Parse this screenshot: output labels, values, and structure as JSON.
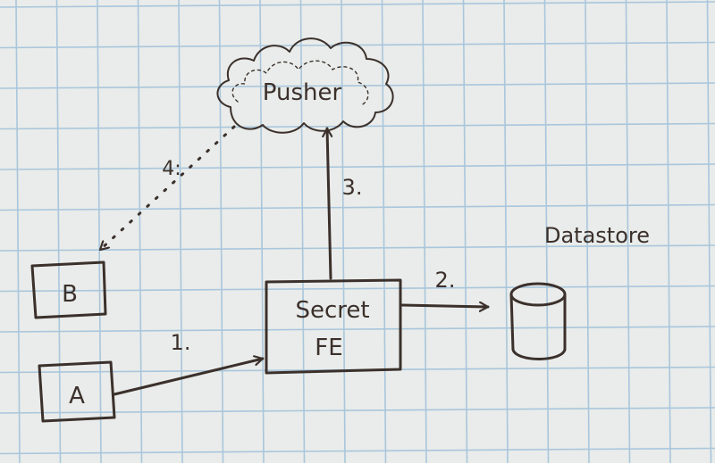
{
  "colors": {
    "paper": "#e9ecea",
    "grid": "#a9c6dc",
    "ink": "#3b302b"
  },
  "nodes": {
    "pusher": {
      "label": "Pusher"
    },
    "secret_fe": {
      "line1": "Secret",
      "line2": "FE"
    },
    "datastore": {
      "label": "Datastore"
    },
    "box_a": {
      "label": "A"
    },
    "box_b": {
      "label": "B"
    }
  },
  "edges": {
    "a_to_fe": {
      "label": "1."
    },
    "fe_to_datastore": {
      "label": "2."
    },
    "fe_to_pusher": {
      "label": "3."
    },
    "pusher_to_b": {
      "label": "4:"
    }
  }
}
